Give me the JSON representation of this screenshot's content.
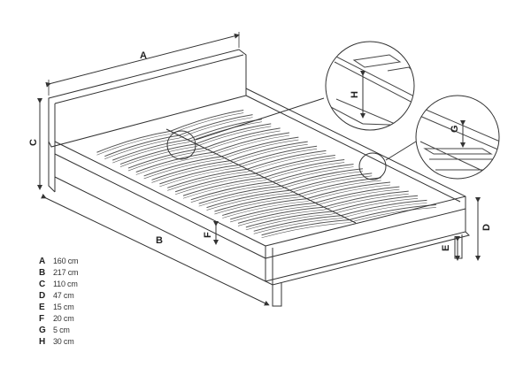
{
  "dimensions": [
    {
      "key": "A",
      "value": "160 cm"
    },
    {
      "key": "B",
      "value": "217 cm"
    },
    {
      "key": "C",
      "value": "110 cm"
    },
    {
      "key": "D",
      "value": "47 cm"
    },
    {
      "key": "E",
      "value": "15 cm"
    },
    {
      "key": "F",
      "value": "20 cm"
    },
    {
      "key": "G",
      "value": "5 cm"
    },
    {
      "key": "H",
      "value": "30 cm"
    }
  ],
  "callouts": {
    "A": "A",
    "B": "B",
    "C": "C",
    "D": "D",
    "E": "E",
    "F": "F",
    "G": "G",
    "H": "H"
  },
  "colors": {
    "line": "#333333",
    "slat": "#555555",
    "background": "#ffffff"
  }
}
